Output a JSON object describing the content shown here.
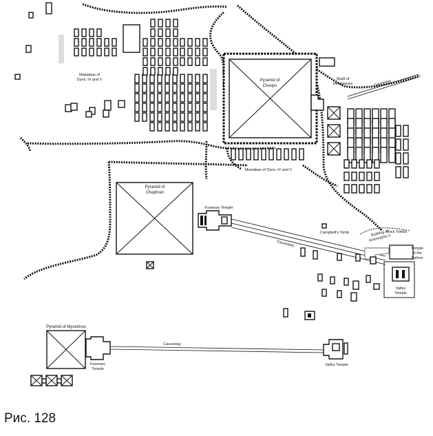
{
  "figure": {
    "caption": "Рис. 128"
  },
  "labels": {
    "pyramid_cheops": [
      "Pyramid of",
      "Cheops"
    ],
    "pyramid_chephren": [
      "Pyramid of",
      "Chephren"
    ],
    "pyramid_mycerinus": "Pyramid of Mycerinus",
    "mastabas_west": [
      "Mastabas of",
      "Dyns. IV and V"
    ],
    "mastabas_east": "Mastabas of Dyns. IV and V",
    "shaft_herpheres": [
      "Shaft of",
      "Hetepheres"
    ],
    "causeway_cheops": "Causeway",
    "funerary_temple_chephren": "Funerary Temple",
    "causeway_chephren": "Causeway",
    "campbells_tomb": "Campbell's Tomb",
    "rock_tombs": "Rock Tombs",
    "building_amenophis": [
      "Building of",
      "Amenophis II"
    ],
    "temple_sphinx": [
      "Temple",
      "of the",
      "Sphinx"
    ],
    "valley_temple_chephren": [
      "Valley",
      "Temple"
    ],
    "causeway_mycerinus": "Causeway",
    "funerary_temple_mycerinus": [
      "Funerary",
      "Temple"
    ],
    "valley_temple_mycerinus": "Valley Temple"
  },
  "colors": {
    "ink": "#111111",
    "paper": "#ffffff"
  }
}
